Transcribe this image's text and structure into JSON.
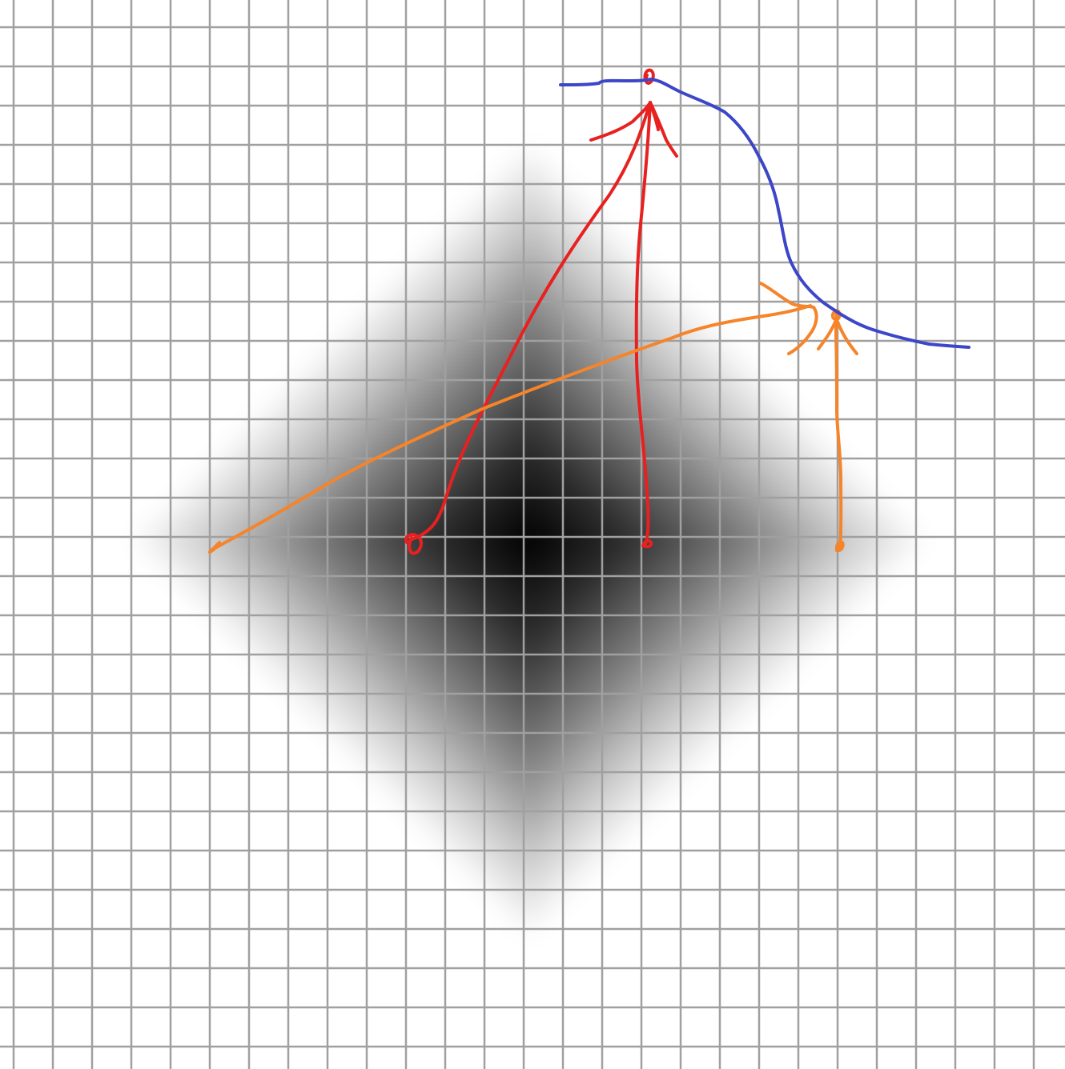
{
  "figure": {
    "grid_color": "#a0a0a0",
    "background_color": "#ffffff",
    "shade_color": "#000000",
    "stroke_colors": {
      "curve": "#3c46c8",
      "red_arrows": "#e82020",
      "orange_arrows": "#f5842a"
    },
    "shapes": [
      "diamond-gradient",
      "bell-curve",
      "red-arrow-diagonal",
      "red-arrow-vertical",
      "orange-arrow-diagonal",
      "orange-arrow-vertical"
    ]
  }
}
